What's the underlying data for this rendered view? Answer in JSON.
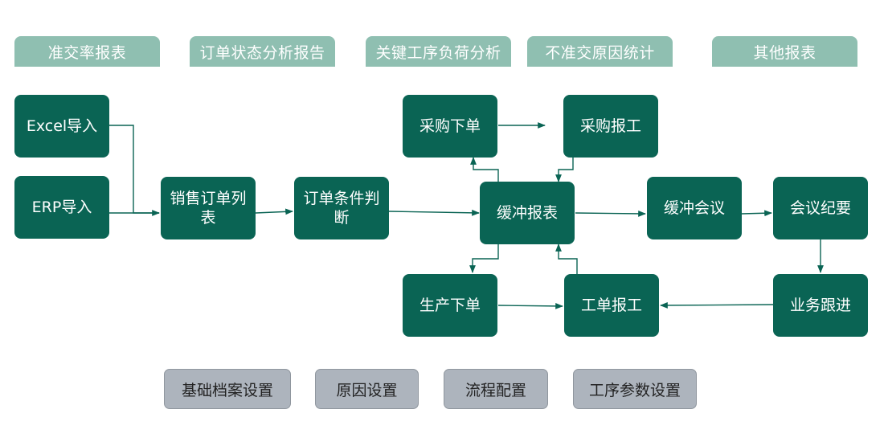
{
  "report_tabs": [
    {
      "id": "tab-qualified-rate-report",
      "label": "准交率报表"
    },
    {
      "id": "tab-order-status-report",
      "label": "订单状态分析报告"
    },
    {
      "id": "tab-key-process-load",
      "label": "关键工序负荷分析"
    },
    {
      "id": "tab-late-reason-stats",
      "label": "不准交原因统计"
    },
    {
      "id": "tab-other-reports",
      "label": "其他报表"
    }
  ],
  "nodes": {
    "excel_import": "Excel导入",
    "erp_import": "ERP导入",
    "sales_order_list": "销售订单列表",
    "order_condition_check": "订单条件判断",
    "purchase_order": "采购下单",
    "purchase_report": "采购报工",
    "buffer_report": "缓冲报表",
    "buffer_meeting": "缓冲会议",
    "meeting_minutes": "会议纪要",
    "production_order": "生产下单",
    "work_order_report": "工单报工",
    "business_follow_up": "业务跟进"
  },
  "settings": [
    {
      "id": "basic-archive-settings",
      "label": "基础档案设置"
    },
    {
      "id": "reason-settings",
      "label": "原因设置"
    },
    {
      "id": "flow-configuration",
      "label": "流程配置"
    },
    {
      "id": "process-parameter-settings",
      "label": "工序参数设置"
    }
  ],
  "colors": {
    "node_fill": "#0a6454",
    "tab_fill": "#8fbfb1",
    "setting_fill": "#adb4bd",
    "connector": "#0a6454"
  }
}
